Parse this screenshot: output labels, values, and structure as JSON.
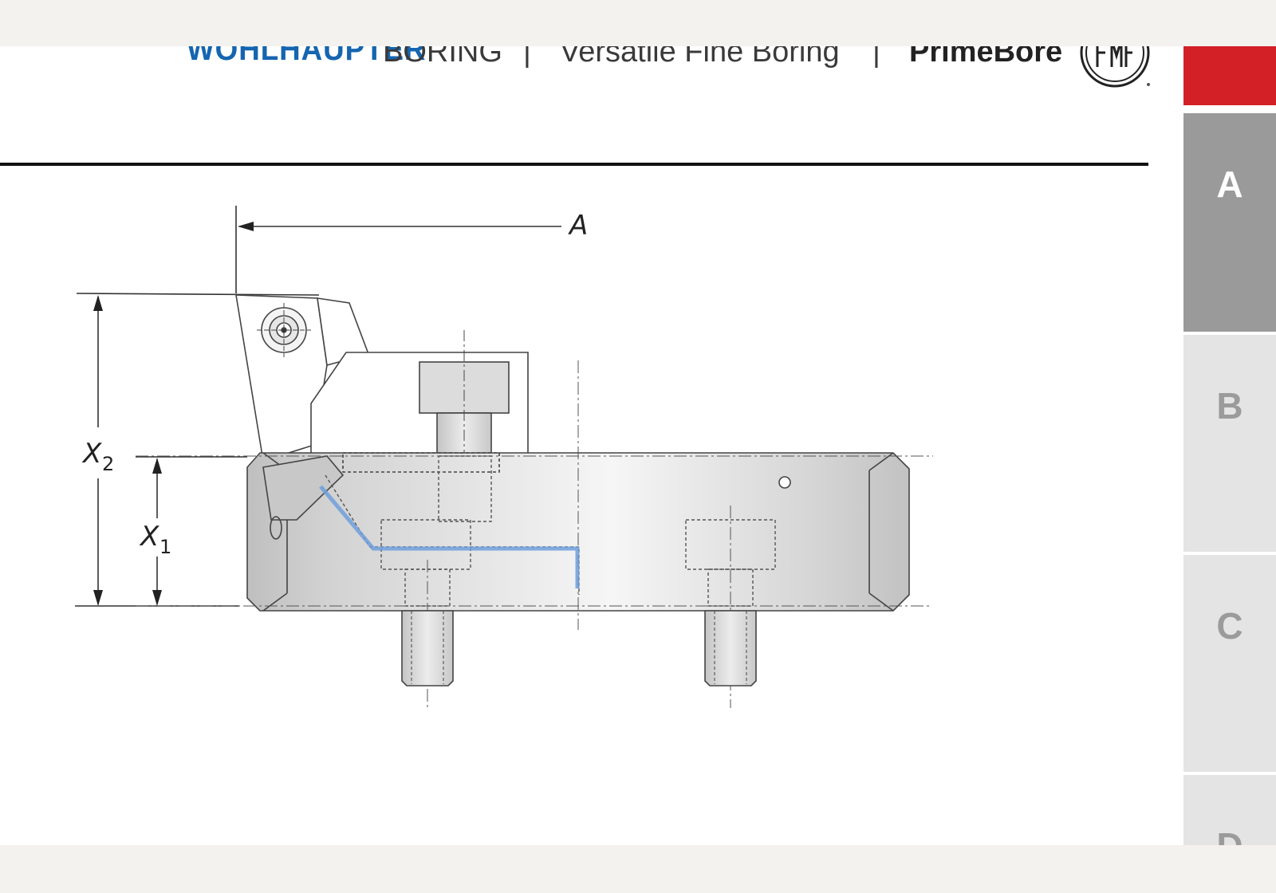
{
  "header": {
    "brand": "WOHLHAUPTER",
    "category": "BORING",
    "separator": "|",
    "subtitle": "Versatile Fine Boring",
    "product": "PrimeBore"
  },
  "sidebar": {
    "tabs": [
      {
        "label": "A",
        "active": true
      },
      {
        "label": "B",
        "active": false
      },
      {
        "label": "C",
        "active": false
      },
      {
        "label": "D",
        "active": false
      }
    ]
  },
  "drawing": {
    "dimensions": {
      "a": "A",
      "x1": "X",
      "x1_sub": "1",
      "x2": "X",
      "x2_sub": "2"
    }
  },
  "colors": {
    "brand": "#1565b0",
    "accent_red": "#d31f26",
    "tab_active": "#9a9a9a",
    "tab_inactive": "#e4e4e4",
    "coolant_channel": "#6f9fdc"
  }
}
